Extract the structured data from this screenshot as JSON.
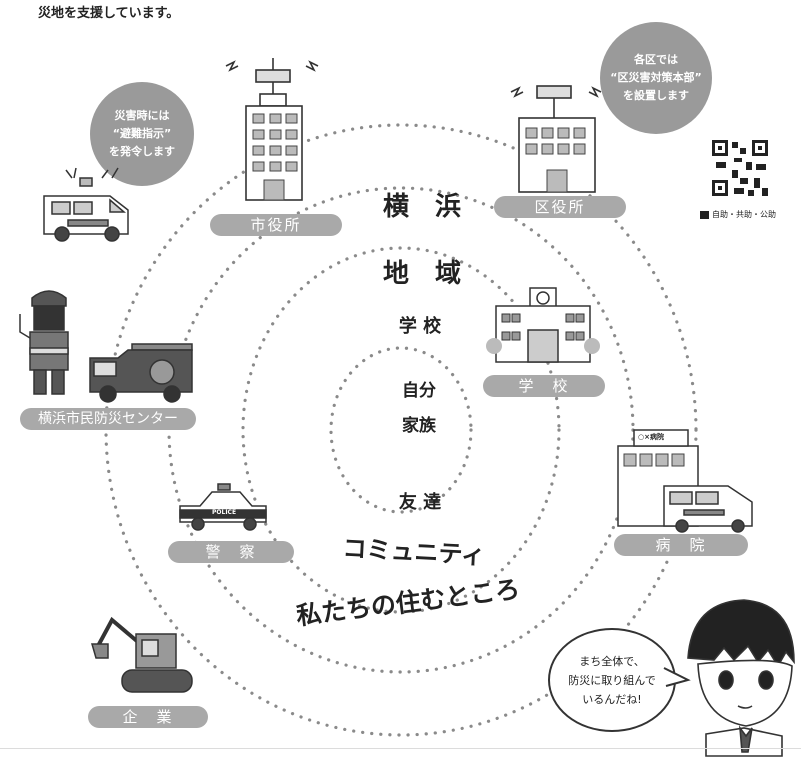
{
  "top_text": "災地を支援しています。",
  "rings": {
    "yokohama": "横　浜",
    "chiiki": "地　域",
    "gakkou": "学 校",
    "jibun": "自分",
    "kazoku": "家族",
    "tomodachi": "友 達",
    "community": "コミュニティ",
    "sumu": "私たちの住むところ"
  },
  "labels": {
    "shiyakusho": "市役所",
    "kuyakusho": "区役所",
    "gakkou": "学　校",
    "center": "横浜市民防災センター",
    "keisatsu": "警　察",
    "byouin": "病　院",
    "kigyou": "企　業"
  },
  "bubbles": {
    "left": [
      "災害時には",
      "“避難指示”",
      "を発令します"
    ],
    "right": [
      "各区では",
      "“区災害対策本部”",
      "を設置します"
    ]
  },
  "speech": [
    "まち全体で、",
    "防災に取り組んで",
    "いるんだね!"
  ],
  "qr_caption": "自助・共助・公助",
  "signs": {
    "hospital": "○×病院",
    "police": "POLICE"
  },
  "colors": {
    "pill": "#a9a9a9",
    "bubble": "#9a9a9a",
    "dots": "#8a8a8a"
  },
  "icons": [
    "siren-icon",
    "city-hall-building",
    "ward-office-building",
    "school-building",
    "hospital-building",
    "ambulance-icon",
    "police-car-icon",
    "fire-truck-icon",
    "firefighter-icon",
    "excavator-icon",
    "qr-code-icon",
    "boy-character"
  ]
}
